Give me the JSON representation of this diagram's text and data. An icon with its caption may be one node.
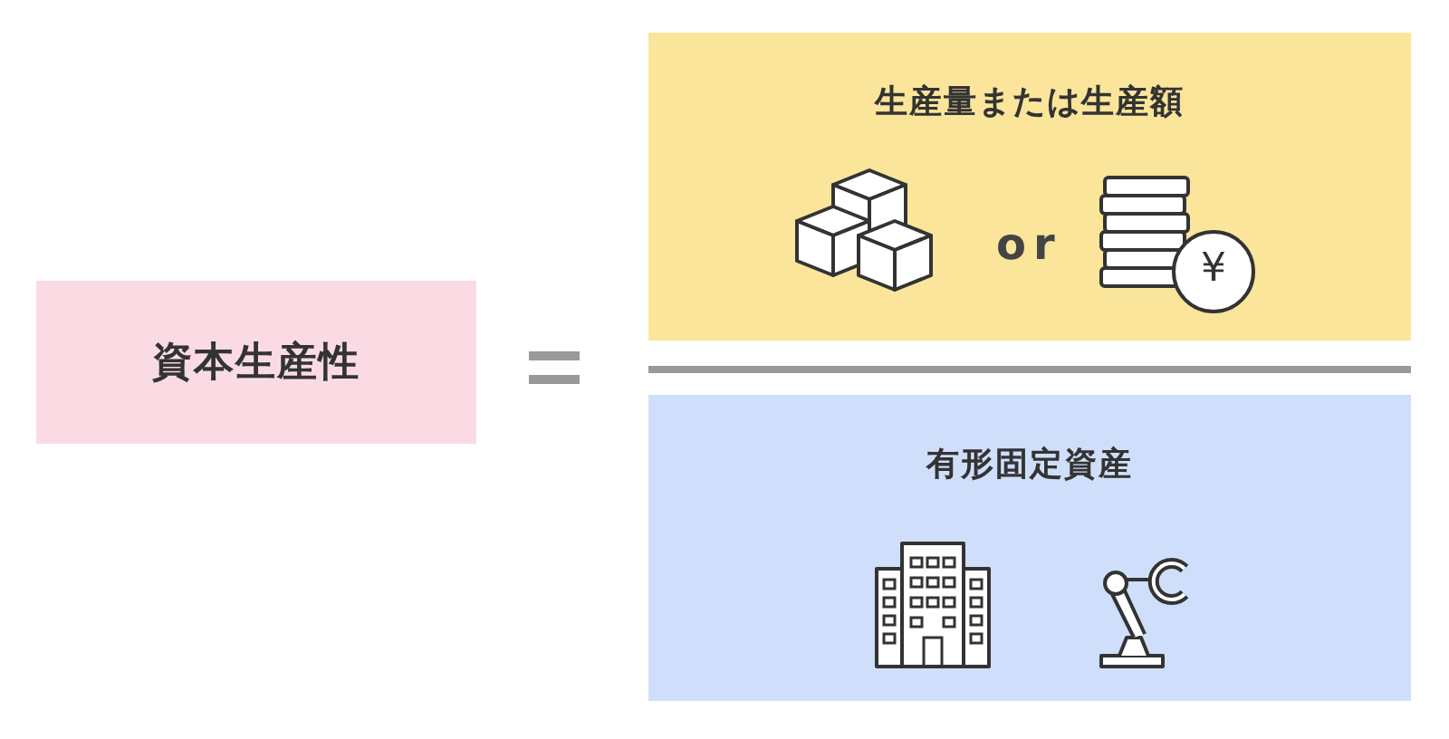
{
  "diagram": {
    "nodes": [
      {
        "text": [
          "資本生産性"
        ]
      },
      {
        "text": [
          "生産量または生産額"
        ]
      },
      {
        "text": [
          "有形固定資産"
        ]
      }
    ],
    "labels": [
      "or",
      "¥"
    ]
  }
}
